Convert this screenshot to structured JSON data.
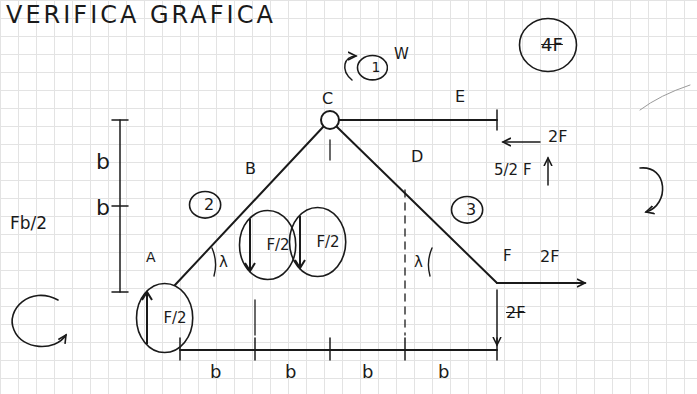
{
  "diagram": {
    "title": "VERIFICA GRAFICA",
    "nodes": [
      {
        "text": [
          "1"
        ]
      },
      {
        "text": [
          "2"
        ]
      },
      {
        "text": [
          "3"
        ]
      },
      {
        "text": [
          "F/2"
        ]
      },
      {
        "text": [
          "F/2"
        ]
      },
      {
        "text": [
          "F/2"
        ]
      },
      {
        "text": [
          "4F"
        ]
      }
    ],
    "labels": [
      "C",
      "W",
      "E",
      "B",
      "A",
      "D",
      "F",
      "2F",
      "2F",
      "2F",
      "5/2 F",
      "b",
      "b",
      "b",
      "b",
      "b",
      "b",
      "Fb/2",
      "λ",
      "λ"
    ]
  }
}
